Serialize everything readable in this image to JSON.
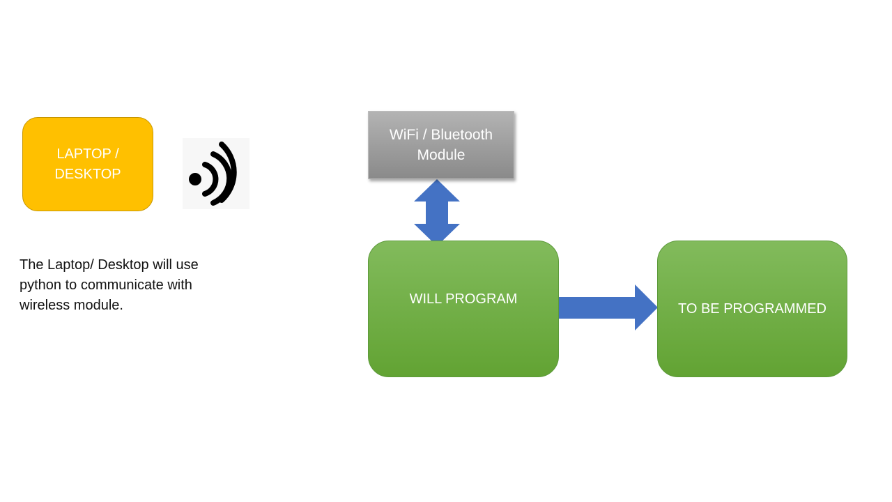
{
  "colors": {
    "laptop_fill": "#ffc000",
    "module_fill_top": "#b3b3b3",
    "module_fill_bottom": "#8a8a8a",
    "green_fill_top": "#82bb5c",
    "green_fill_bottom": "#62a333",
    "arrow_fill": "#4472c4",
    "node_text": "#ffffff",
    "note_text": "#111111"
  },
  "nodes": {
    "laptop": {
      "label": "LAPTOP /\nDESKTOP"
    },
    "wireless_module": {
      "label": "WiFi / Bluetooth\nModule"
    },
    "will_program": {
      "label": "WILL PROGRAM"
    },
    "to_be_programmed": {
      "label": "TO BE PROGRAMMED"
    }
  },
  "note": {
    "text": "The Laptop/ Desktop will use\npython to communicate with\nwireless module."
  },
  "icons": {
    "wireless": "wireless-signal-icon"
  },
  "edges": [
    {
      "from": "wireless_module",
      "to": "will_program",
      "style": "double-headed"
    },
    {
      "from": "will_program",
      "to": "to_be_programmed",
      "style": "single-headed"
    }
  ]
}
